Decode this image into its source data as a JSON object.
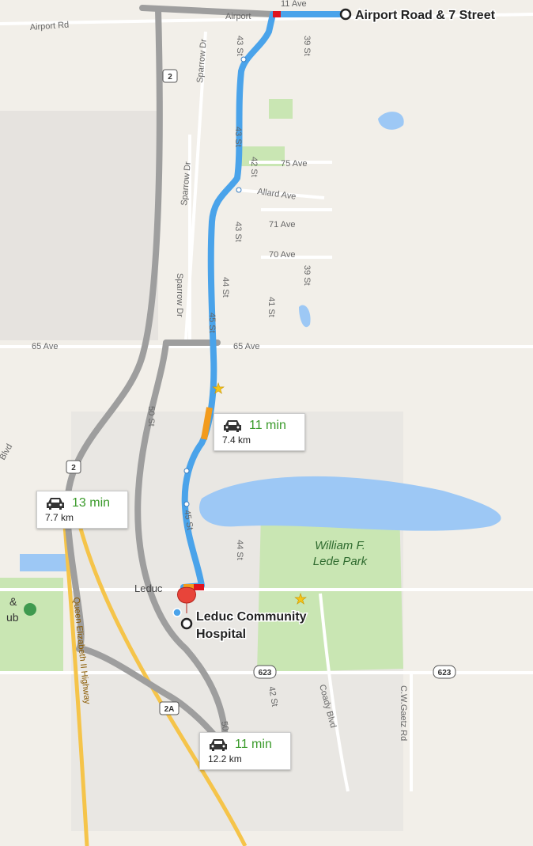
{
  "streets": {
    "airport_rd": "Airport Rd",
    "airport_right": "Airport",
    "ave_11": "11 Ave",
    "st_43_top": "43 St",
    "st_39_top": "39 St",
    "sparrow_dr_top": "Sparrow Dr",
    "sparrow_dr_mid": "Sparrow Dr",
    "sparrow_dr_low": "Sparrow Dr",
    "st_43_route": "43 St",
    "st_42": "42 St",
    "ave_75": "75 Ave",
    "allard_ave": "Allard Ave",
    "ave_71": "71 Ave",
    "st_43_mid": "43 St",
    "ave_70": "70 Ave",
    "st_39_mid": "39 St",
    "st_44": "44 St",
    "st_41": "41 St",
    "st_45_route": "45 St",
    "ave_65_left": "65 Ave",
    "ave_65_right": "65 Ave",
    "st_50": "50 St",
    "blvd": "Blvd",
    "st_45_low": "45 St",
    "st_44_low": "44 St",
    "leduc": "Leduc",
    "qe2": "Queen Elizabeth II Highway",
    "st_42_low": "42 St",
    "coady_blvd": "Coady Blvd",
    "cw_gaetz": "C.W.Gaetz Rd",
    "st_50_low": "50 St",
    "club_amp": "&",
    "club_ub": "ub"
  },
  "shields": {
    "hwy2_top": "2",
    "hwy2_mid": "2",
    "hwy623_left": "623",
    "hwy623_right": "623",
    "hwy2a": "2A"
  },
  "park": {
    "line1": "William F.",
    "line2": "Lede Park"
  },
  "origin": {
    "label": "Airport Road & 7 Street"
  },
  "destination": {
    "line1": "Leduc Community",
    "line2": "Hospital"
  },
  "routes": [
    {
      "time": "11 min",
      "distance": "7.4 km"
    },
    {
      "time": "13 min",
      "distance": "7.7 km"
    },
    {
      "time": "11 min",
      "distance": "12.2 km"
    }
  ],
  "colors": {
    "primary_route": "#4aa3ea",
    "alt_route": "#9e9e9e",
    "traffic_slow": "#f29b1d",
    "traffic_heavy": "#e0141e",
    "park": "#c9e6b3",
    "water": "#9dc8f5",
    "time_text": "#3a9a2a"
  }
}
